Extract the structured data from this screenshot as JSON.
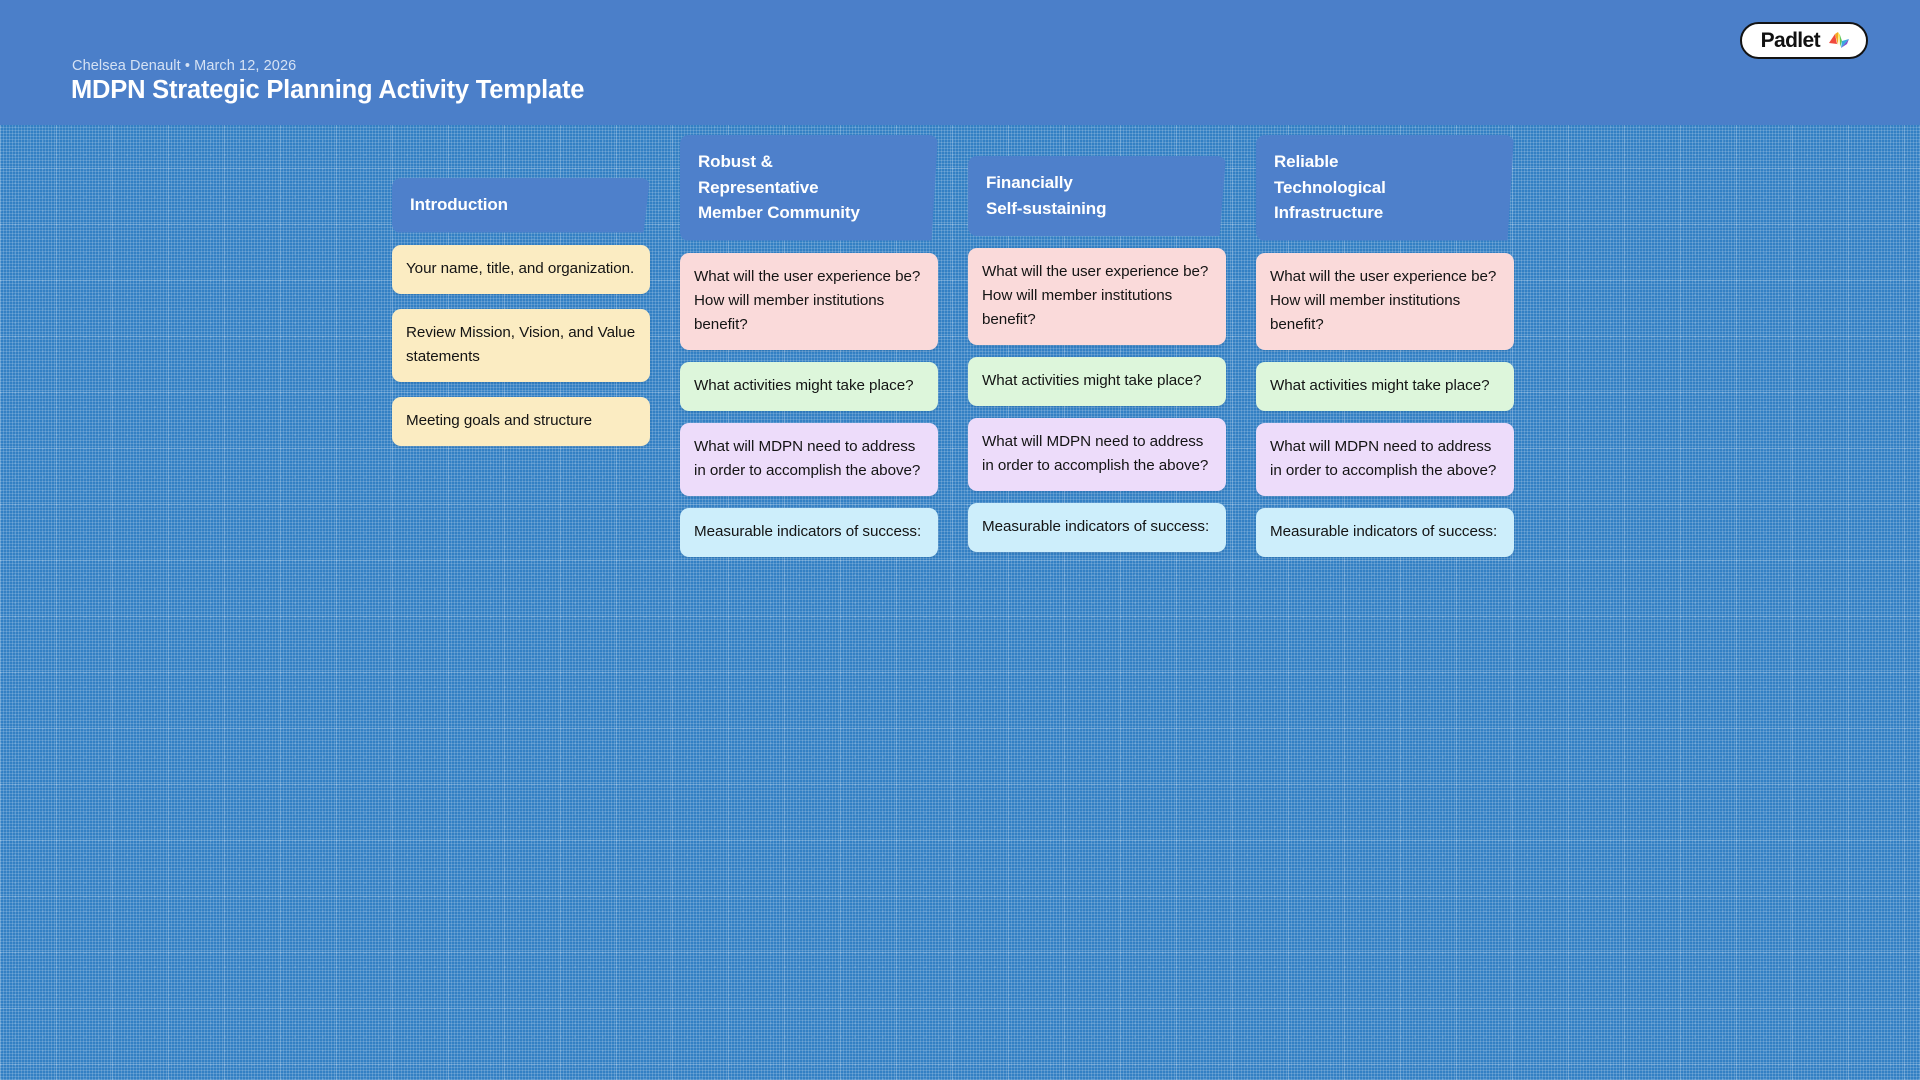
{
  "app": {
    "name": "Padlet",
    "logo_icon": "padlet-origami-bird-icon",
    "background_color": "#3380c4",
    "banner_color": "#4b7fc9",
    "section_header_color": "#4e80cb"
  },
  "banner": {
    "meta": "Chelsea Denault • March 12, 2026",
    "author": "Chelsea Denault",
    "date": "March 12, 2026",
    "title": "MDPN Strategic Planning Activity Template"
  },
  "columns": [
    {
      "id": "introduction",
      "header": "Introduction",
      "cards": [
        {
          "text": "Your name, title, and organization.",
          "color": "#fbecc2",
          "color_name": "yellow"
        },
        {
          "text": "Review Mission, Vision, and Value statements",
          "color": "#fbecc2",
          "color_name": "yellow"
        },
        {
          "text": "Meeting goals and structure",
          "color": "#fbecc2",
          "color_name": "yellow"
        }
      ]
    },
    {
      "id": "robust-representative-member-community",
      "header": "Robust &\nRepresentative\nMember Community",
      "cards": [
        {
          "text": "What will the user experience be? How will member institutions benefit?",
          "color": "#fadada",
          "color_name": "pink"
        },
        {
          "text": "What activities might take place?",
          "color": "#ddf6db",
          "color_name": "green"
        },
        {
          "text": "What will MDPN need to address in order to accomplish the above?",
          "color": "#eddcfa",
          "color_name": "purple"
        },
        {
          "text": "Measurable indicators of success:",
          "color": "#cdeefb",
          "color_name": "blue"
        }
      ]
    },
    {
      "id": "financially-self-sustaining",
      "header": "Financially\nSelf-sustaining",
      "cards": [
        {
          "text": "What will the user experience be? How will member institutions benefit?",
          "color": "#fadada",
          "color_name": "pink"
        },
        {
          "text": "What activities might take place?",
          "color": "#ddf6db",
          "color_name": "green"
        },
        {
          "text": "What will MDPN need to address in order to accomplish the above?",
          "color": "#eddcfa",
          "color_name": "purple"
        },
        {
          "text": "Measurable indicators of success:",
          "color": "#cdeefb",
          "color_name": "blue"
        }
      ]
    },
    {
      "id": "reliable-technological-infrastructure",
      "header": "Reliable\nTechnological\nInfrastructure",
      "cards": [
        {
          "text": "What will the user experience be? How will member institutions benefit?",
          "color": "#fadada",
          "color_name": "pink"
        },
        {
          "text": "What activities might take place?",
          "color": "#ddf6db",
          "color_name": "green"
        },
        {
          "text": "What will MDPN need to address in order to accomplish the above?",
          "color": "#eddcfa",
          "color_name": "purple"
        },
        {
          "text": "Measurable indicators of success:",
          "color": "#cdeefb",
          "color_name": "blue"
        }
      ]
    }
  ]
}
